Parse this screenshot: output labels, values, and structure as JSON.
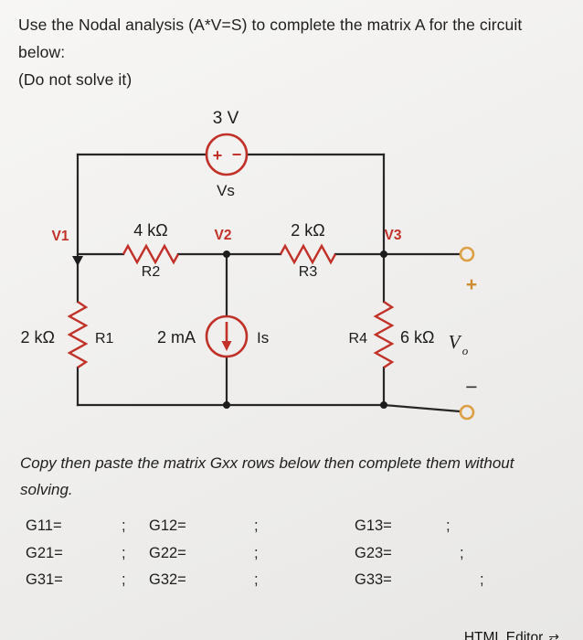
{
  "question": {
    "line1": "Use the Nodal analysis (A*V=S) to complete the matrix A for the circuit",
    "line2": "below:",
    "line3": "(Do not solve it)"
  },
  "circuit": {
    "voltage_source": {
      "value": "3 V",
      "label": "Vs",
      "plus": "+",
      "minus": "−"
    },
    "node_labels": {
      "v1": "V1",
      "v2": "V2",
      "v3": "V3"
    },
    "r2": {
      "value": "4 kΩ",
      "ref": "R2"
    },
    "r3": {
      "value": "2 kΩ",
      "ref": "R3"
    },
    "r1": {
      "value": "2 kΩ",
      "ref": "R1"
    },
    "current_source": {
      "value": "2 mA",
      "ref": "Is"
    },
    "r4": {
      "ref": "R4",
      "value": "6 kΩ"
    },
    "output": {
      "plus": "+",
      "minus": "−",
      "v": "V",
      "sub": "o"
    }
  },
  "instruction": {
    "line1": "Copy then paste the matrix Gxx rows  below then complete them without",
    "line2": "solving."
  },
  "matrix": {
    "semicolon": ";",
    "rows": [
      {
        "c1": "G11=",
        "c2": "G12=",
        "c3": "G13="
      },
      {
        "c1": "G21=",
        "c2": "G22=",
        "c3": "G23="
      },
      {
        "c1": "G31=",
        "c2": "G32=",
        "c3": "G33="
      }
    ]
  },
  "footer": {
    "editor_label": "HTML Editor"
  }
}
